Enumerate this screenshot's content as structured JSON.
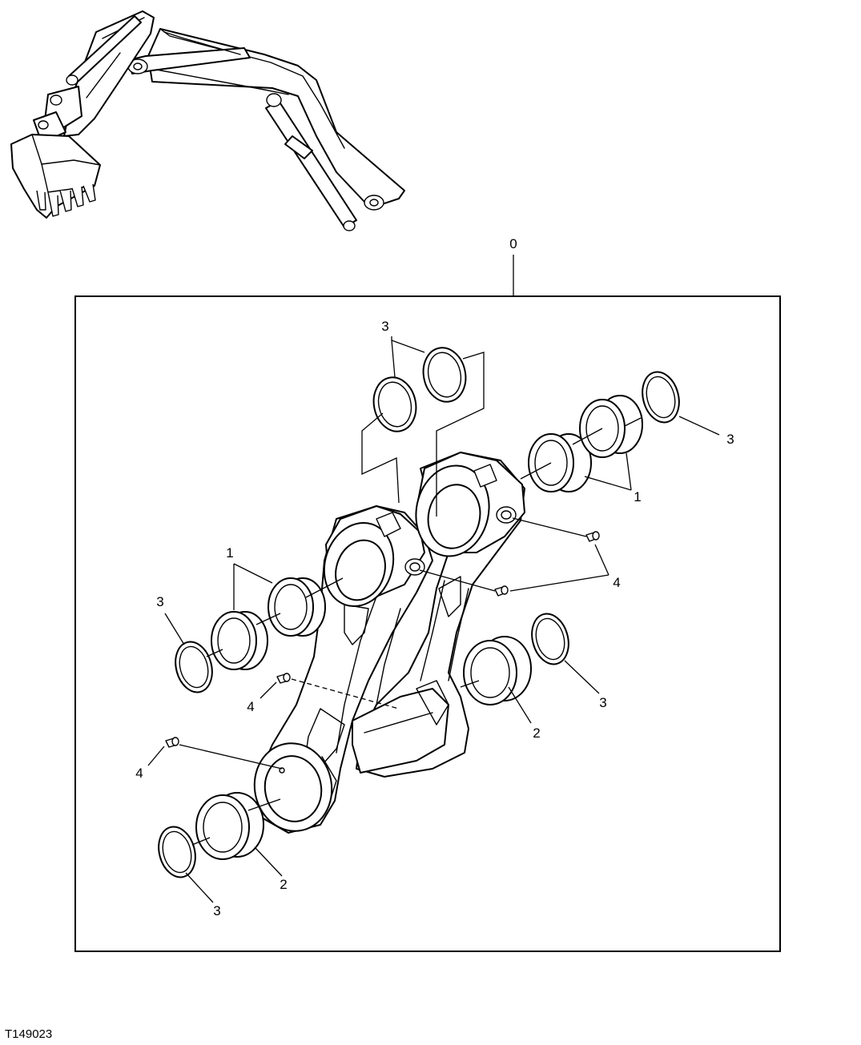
{
  "assembly_label": "0",
  "figure_id": "T149023",
  "callouts": {
    "bushing_upper": "1",
    "bushing_lower": "2",
    "seal": "3",
    "grease_fitting": "4"
  }
}
